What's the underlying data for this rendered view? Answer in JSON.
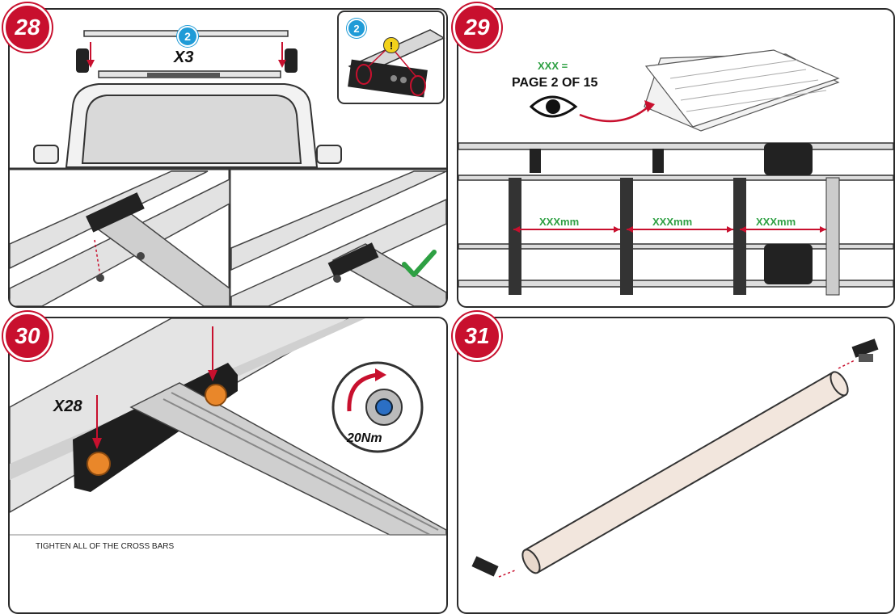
{
  "steps": [
    {
      "number": "28",
      "callout": "2",
      "quantity": "X3",
      "inset_callout": "2",
      "warning_symbol": "!"
    },
    {
      "number": "29",
      "ref_label": "XXX =",
      "ref_page": "PAGE 2 OF 15",
      "spacing": [
        "XXXmm",
        "XXXmm",
        "XXXmm"
      ]
    },
    {
      "number": "30",
      "quantity": "X28",
      "torque": "20Nm",
      "caption": "TIGHTEN ALL OF THE CROSS BARS"
    },
    {
      "number": "31"
    }
  ],
  "colors": {
    "accent": "#c8102e",
    "callout": "#1f9bd7",
    "warning": "#f2d21b",
    "check": "#2ea043",
    "measure_text": "#2ea043",
    "nut": "#e9872a"
  }
}
